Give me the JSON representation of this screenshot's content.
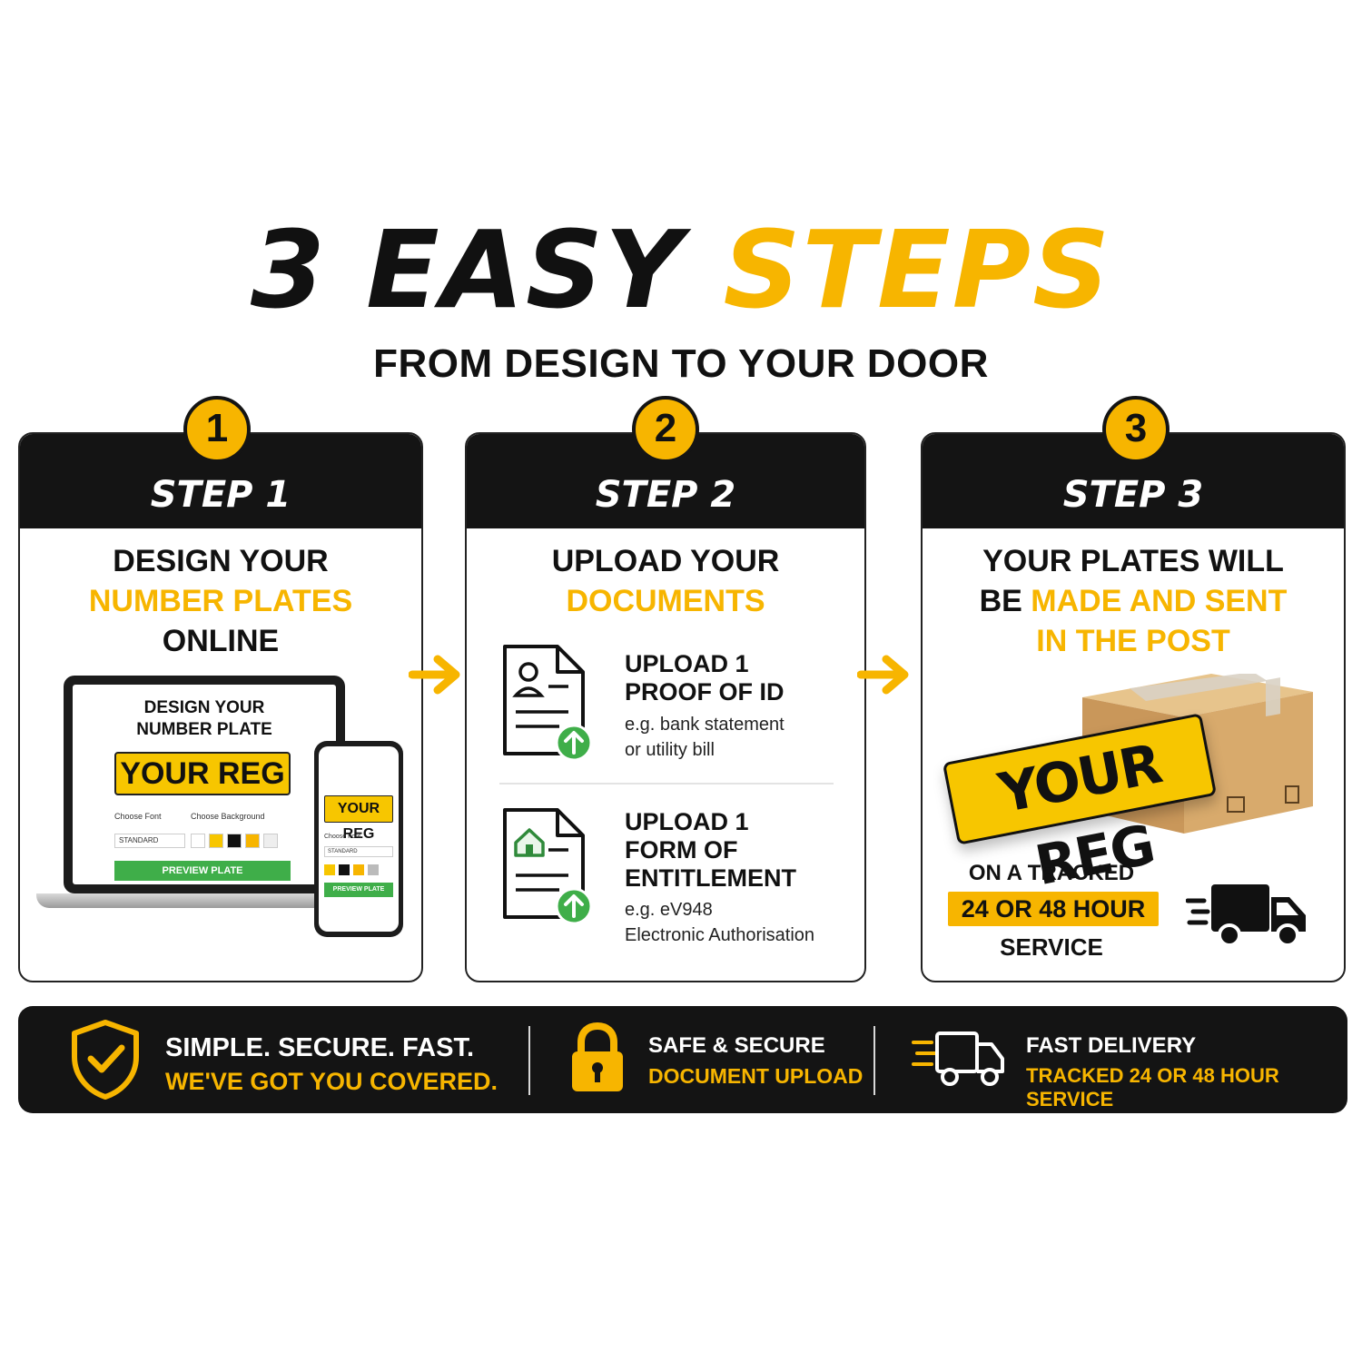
{
  "headline": {
    "part1": "3 EASY",
    "part2": "STEPS"
  },
  "subheadline": "FROM DESIGN TO YOUR DOOR",
  "colors": {
    "accent": "#F7B500",
    "dark": "#141414",
    "green": "#3FAE49"
  },
  "steps": [
    {
      "number": "1",
      "label": "STEP 1",
      "title_lines": [
        "DESIGN YOUR",
        "NUMBER PLATES",
        "ONLINE"
      ],
      "mockup": {
        "laptop_title_lines": [
          "DESIGN YOUR",
          "NUMBER PLATE"
        ],
        "plate_text": "YOUR REG",
        "font_label": "Choose Font",
        "background_label": "Choose Background",
        "font_value": "STANDARD",
        "button_label": "PREVIEW PLATE",
        "phone_plate_text": "YOUR REG",
        "phone_font_label": "Choose Font",
        "phone_font_value": "STANDARD",
        "phone_button_label": "PREVIEW PLATE"
      }
    },
    {
      "number": "2",
      "label": "STEP 2",
      "title_lines": [
        "UPLOAD YOUR",
        "DOCUMENTS"
      ],
      "uploads": [
        {
          "title_lines": [
            "UPLOAD 1",
            "PROOF OF ID"
          ],
          "example_lines": [
            "e.g. bank statement",
            "or utility bill"
          ],
          "icon": "id-document-upload-icon"
        },
        {
          "title_lines": [
            "UPLOAD 1",
            "FORM OF",
            "ENTITLEMENT"
          ],
          "example_lines": [
            "e.g. eV948",
            "Electronic Authorisation"
          ],
          "icon": "house-document-upload-icon"
        }
      ]
    },
    {
      "number": "3",
      "label": "STEP 3",
      "title_line1_dark": "YOUR PLATES WILL",
      "title_line2_dark": "BE",
      "title_line2_yellow": "MADE AND SENT",
      "title_line3_yellow": "IN THE POST",
      "plate_text": "YOUR REG",
      "tracked_line": "ON A TRACKED",
      "hours_line": "24 OR 48 HOUR",
      "service_line": "SERVICE"
    }
  ],
  "footer": [
    {
      "icon": "shield-check-icon",
      "line1": "SIMPLE. SECURE. FAST.",
      "line2": "WE'VE GOT YOU COVERED."
    },
    {
      "icon": "padlock-icon",
      "line1": "SAFE & SECURE",
      "line2": "DOCUMENT UPLOAD"
    },
    {
      "icon": "delivery-truck-icon",
      "line1": "FAST DELIVERY",
      "line2": "TRACKED 24 OR 48 HOUR SERVICE"
    }
  ]
}
